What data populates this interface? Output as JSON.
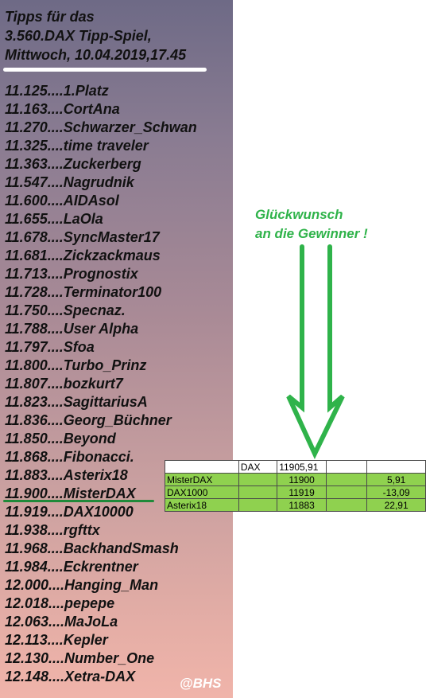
{
  "title_lines": [
    "Tipps für das",
    "3.560.DAX Tipp-Spiel,",
    "Mittwoch, 10.04.2019,17.45"
  ],
  "tips": [
    "11.125....1.Platz",
    "11.163....CortAna",
    "11.270....Schwarzer_Schwan",
    "11.325....time traveler",
    "11.363....Zuckerberg",
    "11.547....Nagrudnik",
    "11.600....AIDAsol",
    "11.655....LaOla",
    "11.678....SyncMaster17",
    "11.681....Zickzackmaus",
    "11.713....Prognostix",
    "11.728....Terminator100",
    "11.750....Specnaz.",
    "11.788....User Alpha",
    "11.797....Sfoa",
    "11.800....Turbo_Prinz",
    "11.807....bozkurt7",
    "11.823....SagittariusA",
    "11.836....Georg_Büchner",
    "11.850....Beyond",
    "11.868....Fibonacci.",
    "11.883....Asterix18",
    "11.900....MisterDAX",
    "11.919....DAX10000",
    "11.938....rgfttx",
    "11.968....BackhandSmash",
    "11.984....Eckrentner",
    "12.000....Hanging_Man",
    "12.018....pepepe",
    "12.063....MaJoLa",
    "12.113....Kepler",
    "12.130....Number_One",
    "12.148....Xetra-DAX"
  ],
  "watermark": "@BHS",
  "congrats_lines": [
    "Glückwunsch",
    "an die Gewinner !"
  ],
  "table": {
    "header": [
      "",
      "DAX",
      "11905,91",
      "",
      ""
    ],
    "rows": [
      [
        "MisterDAX",
        "",
        "11900",
        "",
        "5,91"
      ],
      [
        "DAX1000",
        "",
        "11919",
        "",
        "-13,09"
      ],
      [
        "Asterix18",
        "",
        "11883",
        "",
        "22,91"
      ]
    ]
  },
  "colors": {
    "accent_green": "#2fb34a",
    "table_green": "#8fd14f",
    "winner_underline": "#1f8a3a"
  }
}
